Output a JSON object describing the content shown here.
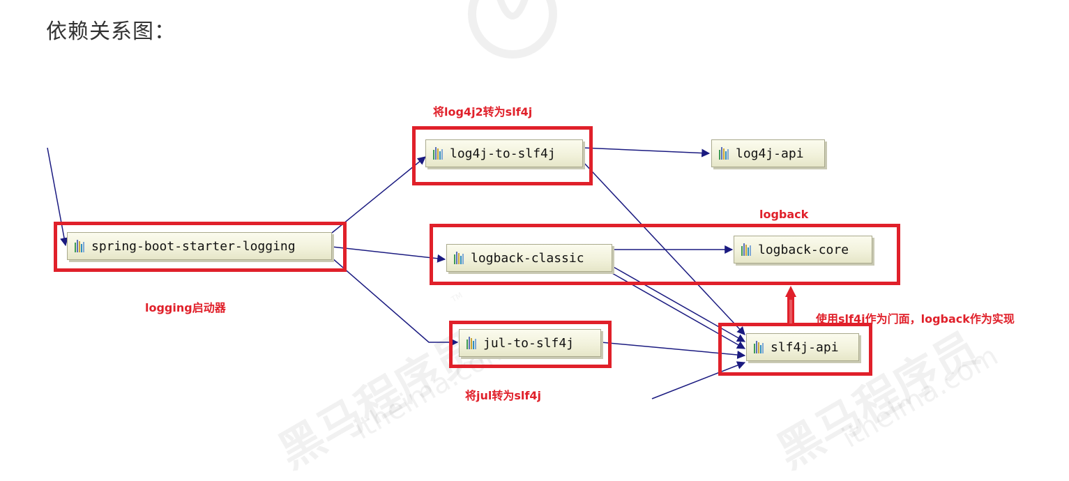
{
  "heading": "依赖关系图：",
  "nodes": {
    "spring_boot_starter_logging": "spring-boot-starter-logging",
    "log4j_to_slf4j": "log4j-to-slf4j",
    "log4j_api": "log4j-api",
    "logback_classic": "logback-classic",
    "logback_core": "logback-core",
    "jul_to_slf4j": "jul-to-slf4j",
    "slf4j_api": "slf4j-api"
  },
  "annotations": {
    "log4j2_bridge": "将log4j2转为slf4j",
    "logback_group": "logback",
    "logging_starter": "logging启动器",
    "facade": "使用slf4j作为门面，logback作为实现",
    "jul_bridge": "将jul转为slf4j"
  },
  "watermark": {
    "brand_cn": "黑马程序员",
    "brand_en": "itheima.com",
    "tm": "TM"
  },
  "colors": {
    "highlight": "#e0202a",
    "edge": "#1a1a80",
    "node_fill": "#f2f2dc"
  }
}
